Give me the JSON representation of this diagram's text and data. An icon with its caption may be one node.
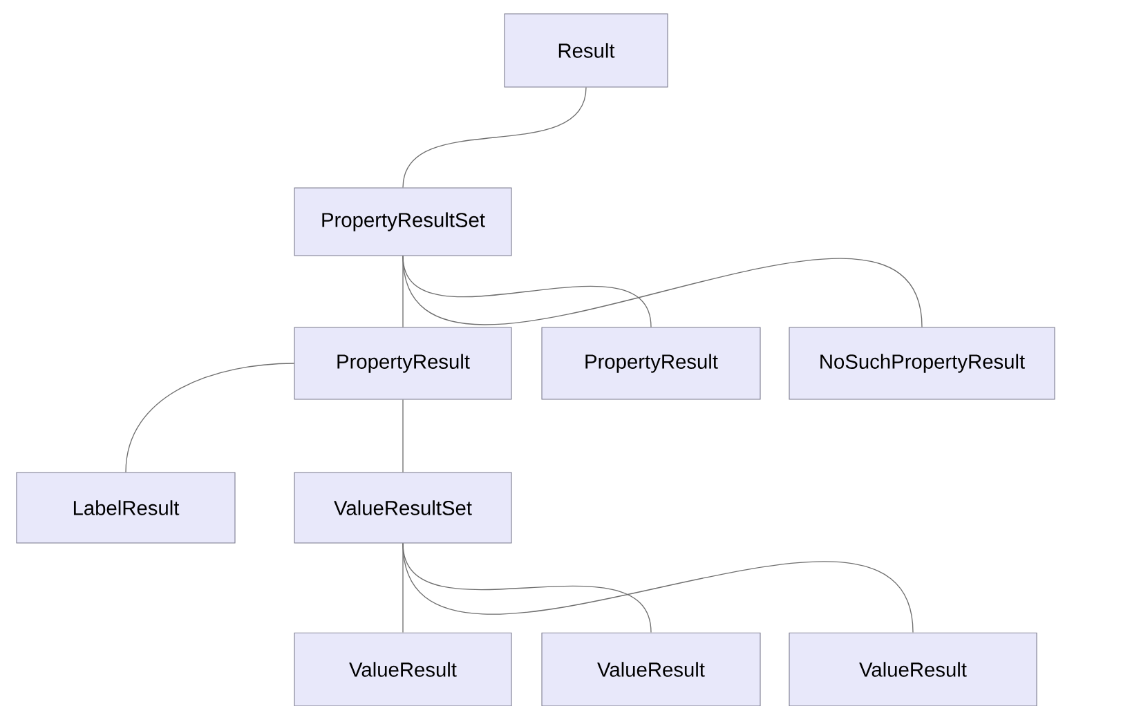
{
  "diagram": {
    "nodes": [
      {
        "text": [
          "Result"
        ]
      },
      {
        "text": [
          "PropertyResultSet"
        ]
      },
      {
        "text": [
          "PropertyResult"
        ]
      },
      {
        "text": [
          "PropertyResult"
        ]
      },
      {
        "text": [
          "NoSuchPropertyResult"
        ]
      },
      {
        "text": [
          "LabelResult"
        ]
      },
      {
        "text": [
          "ValueResultSet"
        ]
      },
      {
        "text": [
          "ValueResult"
        ]
      },
      {
        "text": [
          "ValueResult"
        ]
      },
      {
        "text": [
          "ValueResult"
        ]
      }
    ],
    "edges": [
      {
        "from": 0,
        "to": 1,
        "arrow": "none"
      },
      {
        "from": 1,
        "to": 2,
        "arrow": "none"
      },
      {
        "from": 1,
        "to": 3,
        "arrow": "none"
      },
      {
        "from": 1,
        "to": 4,
        "arrow": "none"
      },
      {
        "from": 2,
        "to": 5,
        "arrow": "none"
      },
      {
        "from": 2,
        "to": 6,
        "arrow": "none"
      },
      {
        "from": 6,
        "to": 7,
        "arrow": "none"
      },
      {
        "from": 6,
        "to": 8,
        "arrow": "none"
      },
      {
        "from": 6,
        "to": 9,
        "arrow": "none"
      }
    ]
  }
}
